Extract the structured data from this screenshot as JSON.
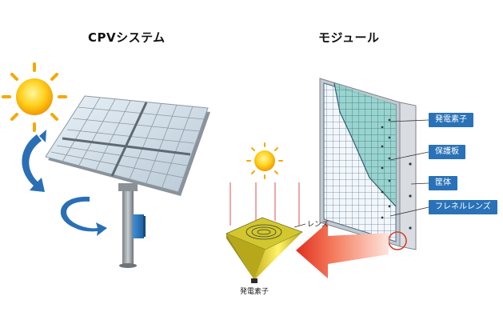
{
  "titles": {
    "left": "CPVシステム",
    "right": "モジュール"
  },
  "module_labels": [
    "発電素子",
    "保護板",
    "筐体",
    "フレネルレンズ"
  ],
  "lens_labels": {
    "lens": "レンズ",
    "cell": "発電素子"
  },
  "colors": {
    "label_bg": "#2a72b8",
    "rotation_arrow": "#2a6fb5",
    "sun": "#f5b800",
    "focus_arrow": "#e8402b",
    "light_rays": "#e07a7a"
  },
  "icons": [
    "sun-icon",
    "rotation-arrow-icon",
    "solar-tracker-icon",
    "module-icon",
    "lens-cone-icon",
    "focus-arrow-icon"
  ]
}
